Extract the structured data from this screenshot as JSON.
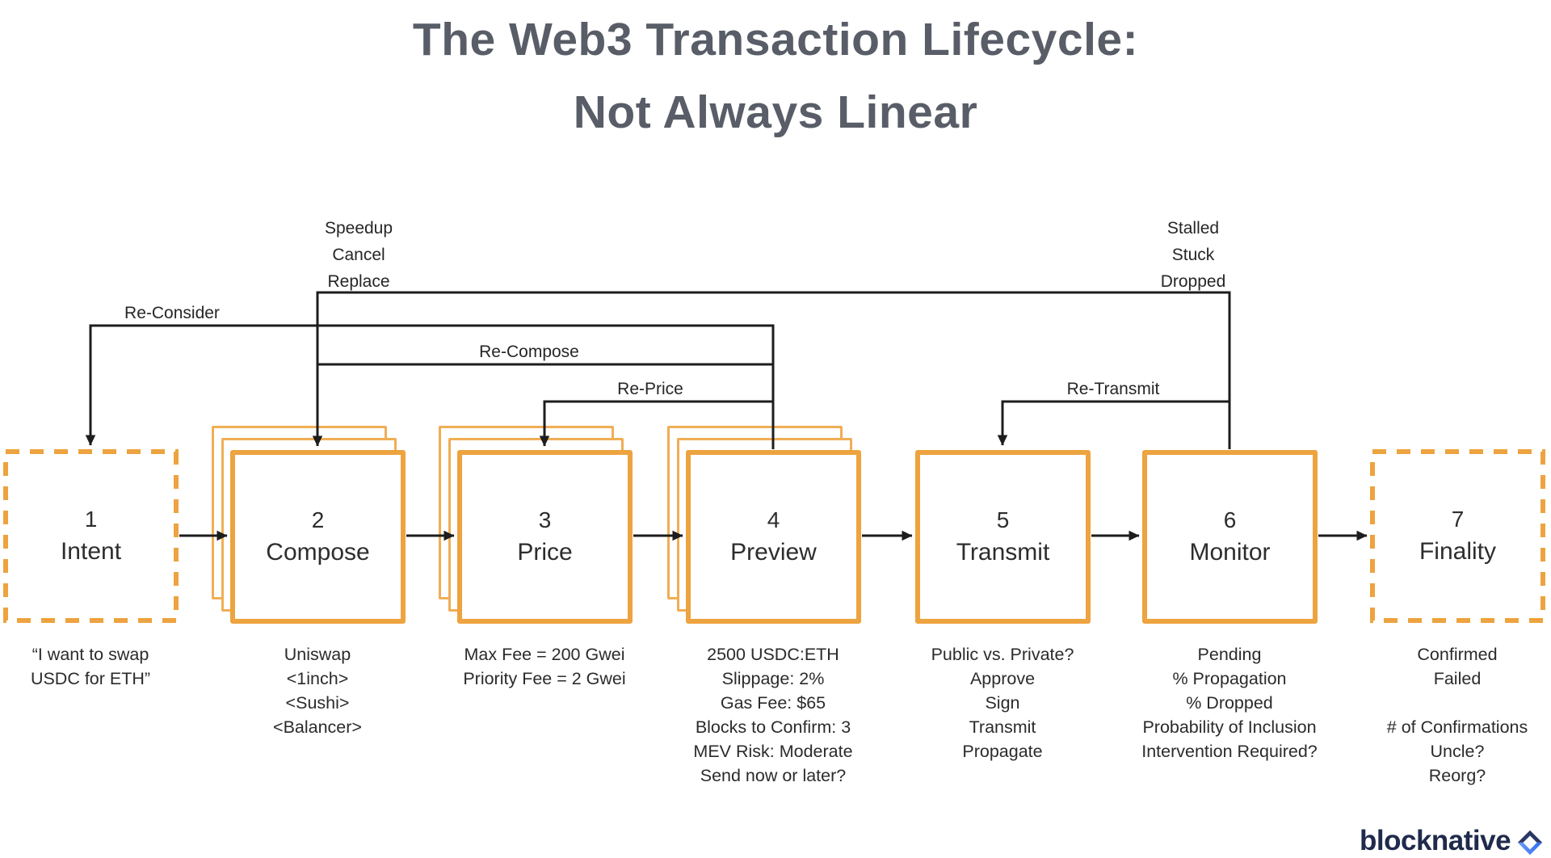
{
  "title": {
    "line1": "The Web3 Transaction Lifecycle:",
    "line2": "Not Always Linear"
  },
  "loop_labels": {
    "speedup": "Speedup\nCancel\nReplace",
    "stalled": "Stalled\nStuck\nDropped",
    "reconsider": "Re-Consider",
    "recompose": "Re-Compose",
    "reprice": "Re-Price",
    "retransmit": "Re-Transmit"
  },
  "stages": [
    {
      "number": "1",
      "label": "Intent",
      "box_style": "dashed",
      "caption": "“I want to swap\nUSDC for ETH”"
    },
    {
      "number": "2",
      "label": "Compose",
      "box_style": "stacked",
      "caption": "Uniswap\n<1inch>\n<Sushi>\n<Balancer>"
    },
    {
      "number": "3",
      "label": "Price",
      "box_style": "stacked",
      "caption": "Max Fee = 200 Gwei\nPriority Fee = 2 Gwei"
    },
    {
      "number": "4",
      "label": "Preview",
      "box_style": "stacked",
      "caption": "2500 USDC:ETH\nSlippage: 2%\nGas Fee: $65\nBlocks to Confirm: 3\nMEV Risk: Moderate\nSend now or later?"
    },
    {
      "number": "5",
      "label": "Transmit",
      "box_style": "solid",
      "caption": "Public vs. Private?\nApprove\nSign\nTransmit\nPropagate"
    },
    {
      "number": "6",
      "label": "Monitor",
      "box_style": "solid",
      "caption": "Pending\n% Propagation\n% Dropped\nProbability of Inclusion\nIntervention Required?"
    },
    {
      "number": "7",
      "label": "Finality",
      "box_style": "dashed",
      "caption": "Confirmed\nFailed\n\n# of Confirmations\nUncle?\nReorg?"
    }
  ],
  "colors": {
    "accent_orange": "#eda33f",
    "accent_orange_light": "#f0ae55",
    "line_black": "#1d1d1d",
    "title_gray": "#585d67",
    "logo_navy": "#1f2a4c",
    "logo_blue": "#2f6bf0"
  },
  "logo": {
    "text": "blocknative"
  }
}
